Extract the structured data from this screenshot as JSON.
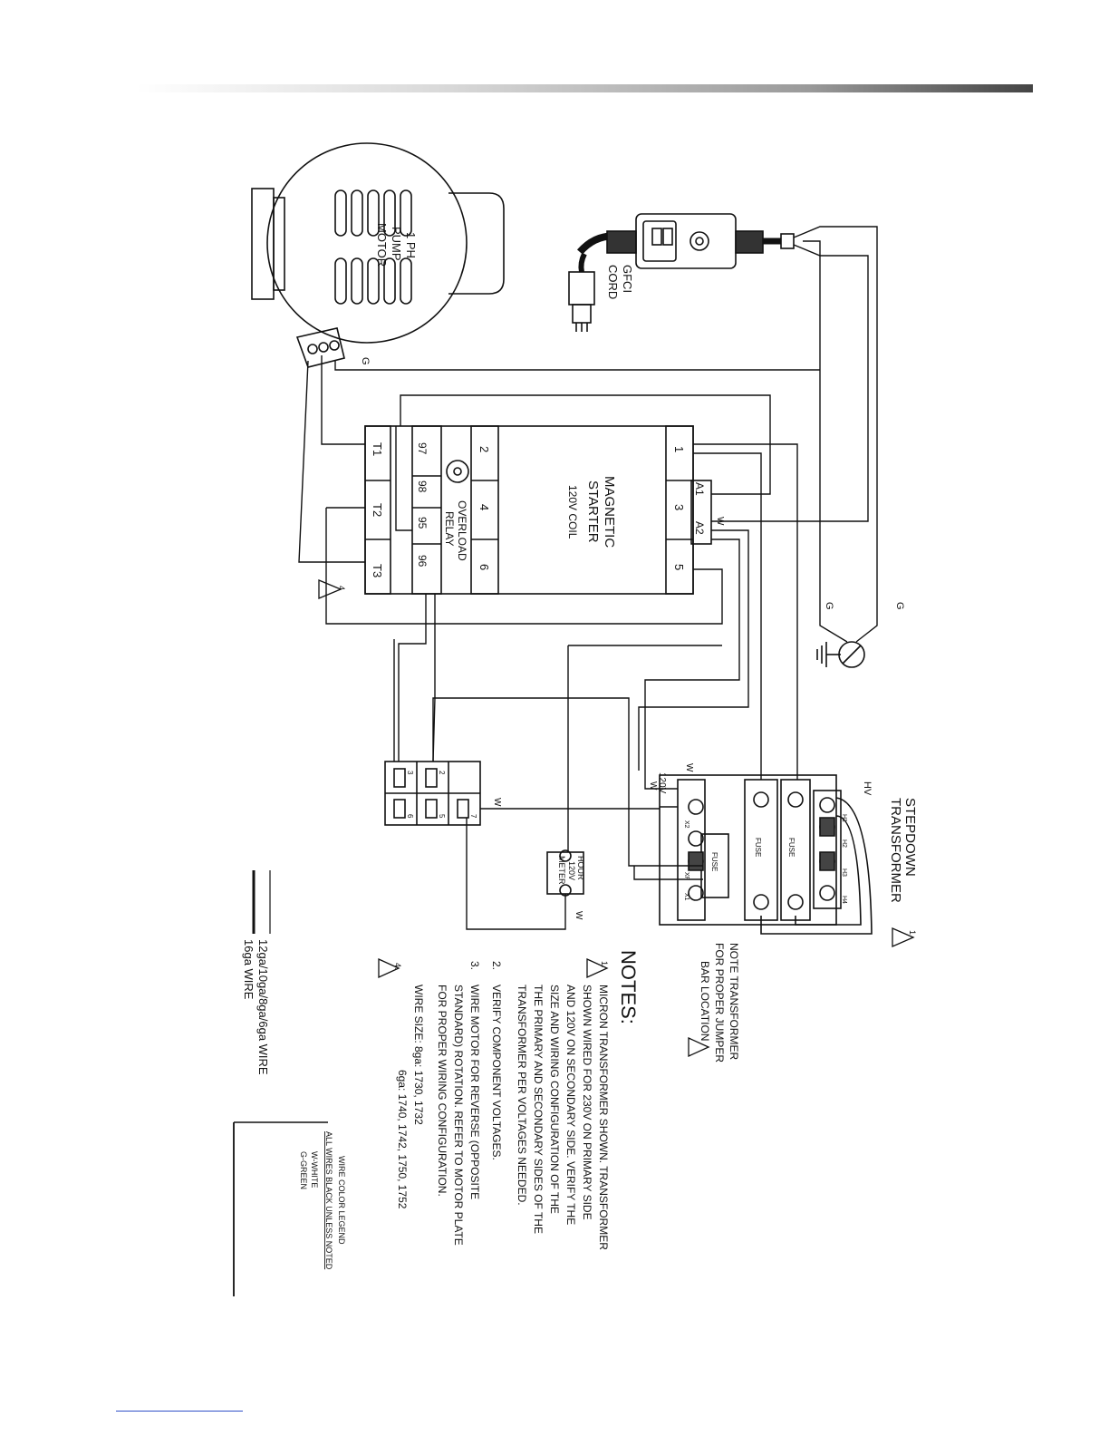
{
  "motor": {
    "line1": "1 PH",
    "line2": "PUMP",
    "line3": "MOTOR"
  },
  "gfci": {
    "line1": "GFCI",
    "line2": "CORD"
  },
  "ground": {
    "g1": "G",
    "g2": "G",
    "g3": "G"
  },
  "starter": {
    "title1": "MAGNETIC",
    "title2": "STARTER",
    "coil": "120V COIL",
    "top_terminals": [
      "1",
      "3",
      "5"
    ],
    "coil_terminals": [
      "A1",
      "A2"
    ],
    "load_terminals": [
      "2",
      "4",
      "6"
    ],
    "motor_terminals": [
      "T1",
      "T2",
      "T3"
    ],
    "relay_terminals": [
      "97",
      "98",
      "95",
      "96"
    ],
    "relay_label1": "OVERLOAD",
    "relay_label2": "RELAY",
    "coil_w": "W"
  },
  "switch": {
    "terminals": [
      "3",
      "2",
      "6",
      "5",
      "7"
    ],
    "w_label": "W"
  },
  "hour_meter": {
    "line1": "HOUR",
    "line2": "120V",
    "line3": "METER",
    "w_label": "W"
  },
  "transformer": {
    "title1": "STEPDOWN",
    "title2": "TRANSFORMER",
    "warning": "1",
    "hv": "HV",
    "h_terminals": [
      "H1",
      "H2",
      "H3",
      "H4"
    ],
    "x_terminals": [
      "X2",
      "XF",
      "X1"
    ],
    "fuse": "FUSE",
    "v120": "120V",
    "w1": "W",
    "w2": "W",
    "note1": "NOTE TRANSFORMER",
    "note2": "FOR PROPER JUMPER",
    "note3": "BAR LOCATION"
  },
  "motor_warning": "4",
  "notes": {
    "title": "NOTES:",
    "n1_marker": "1.",
    "n1_lines": [
      "MICRON TRANSFORMER SHOWN. TRANSFORMER",
      "SHOWN WIRED FOR 230V ON PRIMARY SIDE",
      "AND 120V ON SECONDARY SIDE. VERIFY THE",
      "SIZE AND WIRING CONFIGURATION OF THE",
      "THE PRIMARY AND SECONDARY SIDES OF THE",
      "TRANSFORMER PER VOLTAGES NEEDED."
    ],
    "n2_marker": "2.",
    "n2_lines": [
      "VERIFY COMPONENT VOLTAGES."
    ],
    "n3_marker": "3.",
    "n3_lines": [
      "WIRE MOTOR FOR REVERSE (OPPOSITE",
      "STANDARD) ROTATION. REFER TO MOTOR PLATE",
      "FOR PROPER WIRING CONFIGURATION."
    ],
    "n4_marker": "4.",
    "n4_lines": [
      "WIRE SIZE:   8ga: 1730, 1732",
      "6ga: 1740, 1742, 1750, 1752"
    ]
  },
  "wire_gauge": {
    "thick": "12ga/10ga/8ga/6ga WIRE",
    "thin": "16ga WIRE"
  },
  "legend": {
    "title": "WIRE COLOR LEGEND",
    "line1": "ALL WIRES BLACK UNLESS NOTED",
    "line2": "W-WHITE",
    "line3": "G-GREEN"
  }
}
